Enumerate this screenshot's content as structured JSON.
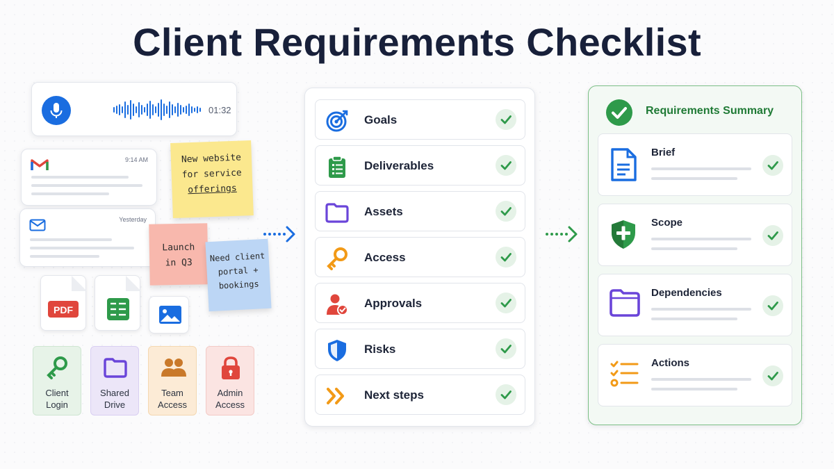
{
  "title": "Client Requirements Checklist",
  "voice": {
    "duration": "01:32"
  },
  "emails": [
    {
      "time": "9:14 AM",
      "icon": "gmail-icon"
    },
    {
      "time": "Yesterday",
      "icon": "mail-icon"
    }
  ],
  "notes": [
    {
      "lines": [
        "New website",
        "for service",
        "offerings"
      ],
      "color": "#fbe88e"
    },
    {
      "lines": [
        "Launch",
        "in Q3"
      ],
      "color": "#f8b8ad"
    },
    {
      "lines": [
        "Need client",
        "portal +",
        "bookings"
      ],
      "color": "#bcd6f5"
    }
  ],
  "files": [
    {
      "label": "PDF",
      "icon": "pdf-file-icon"
    },
    {
      "label": "",
      "icon": "sheets-file-icon"
    },
    {
      "label": "",
      "icon": "image-file-icon"
    }
  ],
  "access_tiles": [
    {
      "line1": "Client",
      "line2": "Login",
      "icon": "key-icon",
      "bg": "#e7f3e8"
    },
    {
      "line1": "Shared",
      "line2": "Drive",
      "icon": "folder-icon",
      "bg": "#ece6f8"
    },
    {
      "line1": "Team",
      "line2": "Access",
      "icon": "people-icon",
      "bg": "#fcebd6"
    },
    {
      "line1": "Admin",
      "line2": "Access",
      "icon": "lock-icon",
      "bg": "#fbe4e2"
    }
  ],
  "checklist": [
    {
      "label": "Goals",
      "icon": "target-icon"
    },
    {
      "label": "Deliverables",
      "icon": "clipboard-icon"
    },
    {
      "label": "Assets",
      "icon": "folder-icon"
    },
    {
      "label": "Access",
      "icon": "key-icon"
    },
    {
      "label": "Approvals",
      "icon": "user-check-icon"
    },
    {
      "label": "Risks",
      "icon": "shield-icon"
    },
    {
      "label": "Next steps",
      "icon": "double-chevron-icon"
    }
  ],
  "summary": {
    "title": "Requirements Summary",
    "items": [
      {
        "label": "Brief",
        "icon": "document-icon"
      },
      {
        "label": "Scope",
        "icon": "shield-icon"
      },
      {
        "label": "Dependencies",
        "icon": "folder-icon"
      },
      {
        "label": "Actions",
        "icon": "task-list-icon"
      }
    ]
  },
  "colors": {
    "blue": "#1a6de0",
    "green": "#2e9a4a",
    "purple": "#6a45d9",
    "orange": "#f29a17",
    "red": "#e0463c"
  }
}
